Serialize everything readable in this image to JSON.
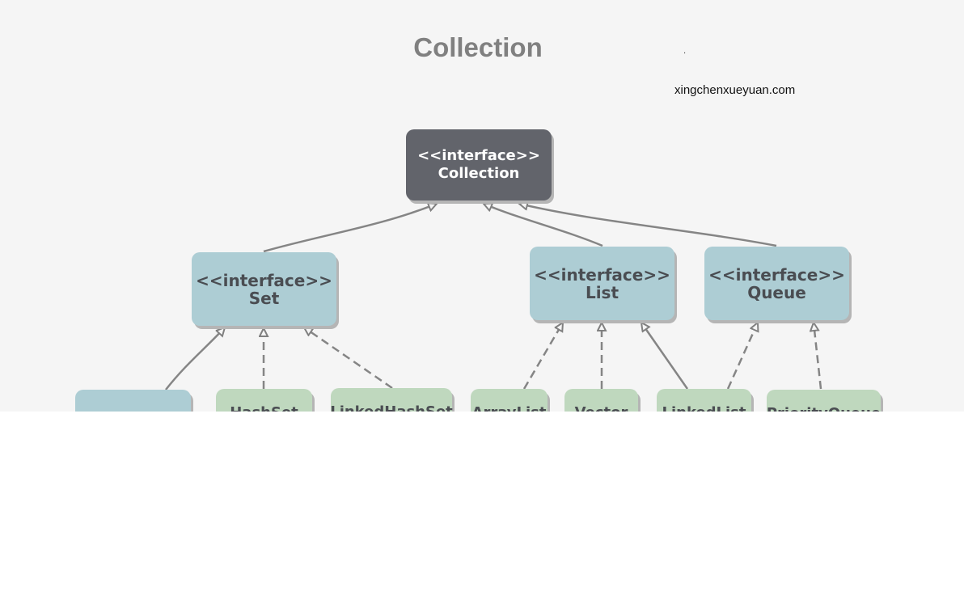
{
  "title": "Collection",
  "watermark": "xingchenxueyuan.com",
  "nodes": {
    "collection": {
      "stereotype": "<<interface>>",
      "name": "Collection"
    },
    "set": {
      "stereotype": "<<interface>>",
      "name": "Set"
    },
    "list": {
      "stereotype": "<<interface>>",
      "name": "List"
    },
    "queue": {
      "stereotype": "<<interface>>",
      "name": "Queue"
    },
    "hashset": {
      "name": "HashSet"
    },
    "linkedhashset": {
      "name": "LinkedHashSet"
    },
    "arraylist": {
      "name": "ArrayList"
    },
    "vector": {
      "name": "Vector"
    },
    "linkedlist": {
      "name": "LinkedList"
    },
    "priorityqueue": {
      "name": "PriorityQueue"
    }
  },
  "colors": {
    "background": "#f5f5f5",
    "interface_root": "#62646b",
    "interface": "#adcdd4",
    "class": "#bfd8be",
    "edge": "#808080"
  }
}
